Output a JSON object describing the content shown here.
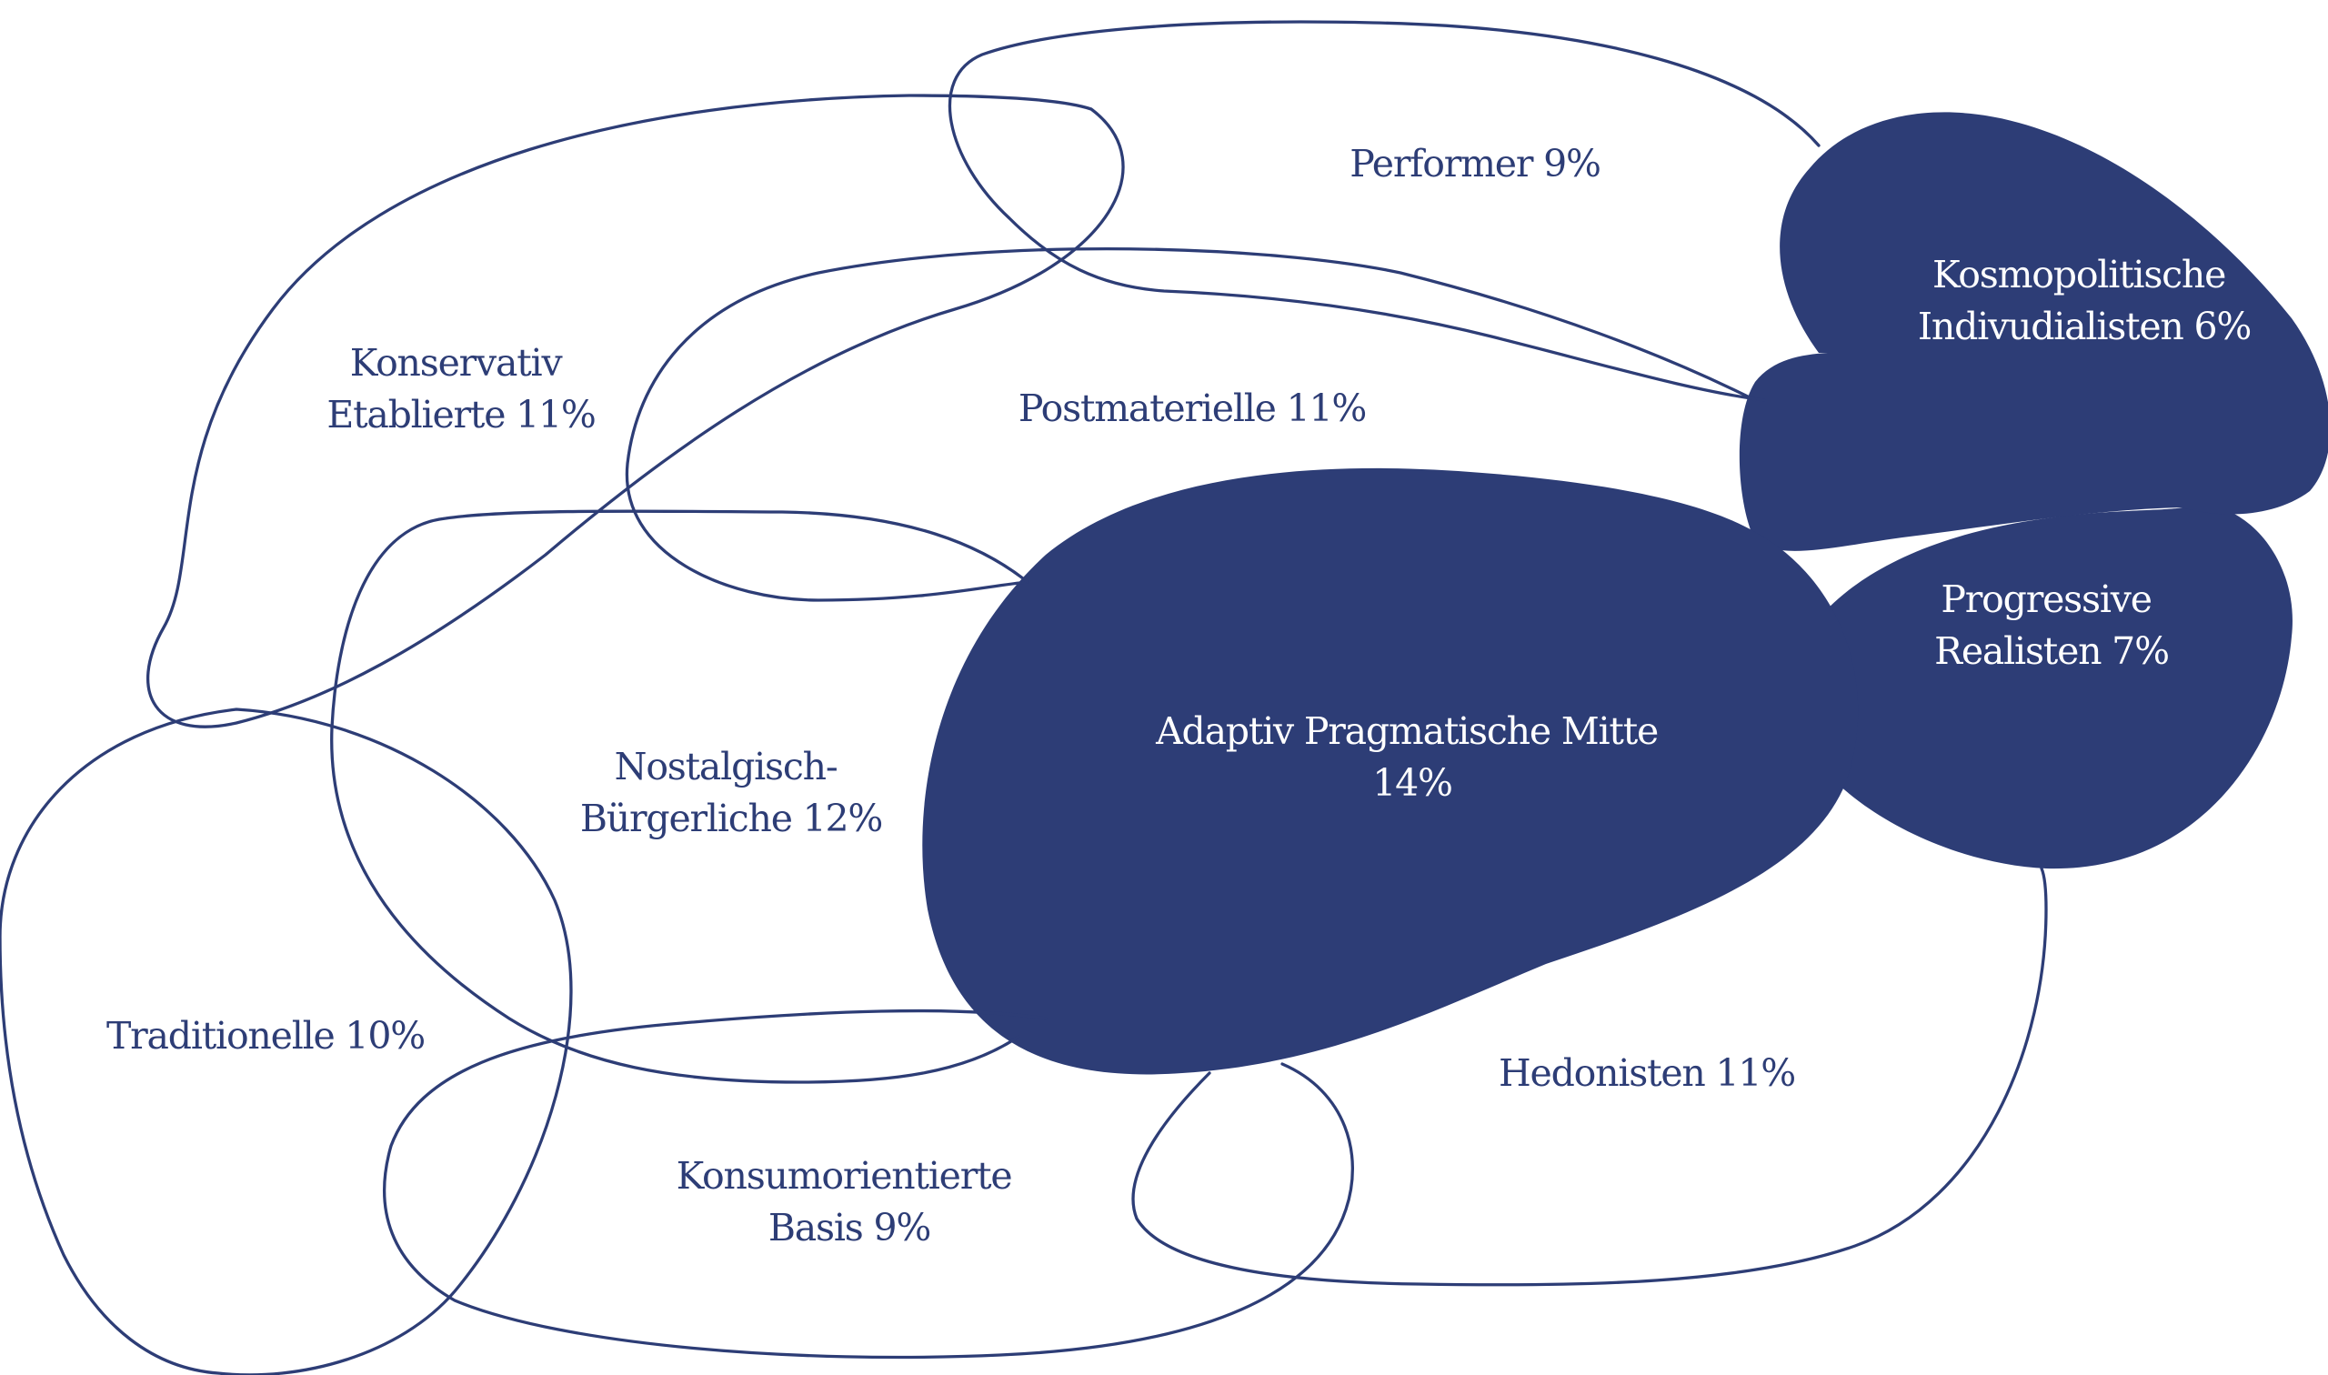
{
  "colors": {
    "navy": "#2d3d76",
    "white": "#ffffff"
  },
  "segments": {
    "performer": {
      "line1": "Performer 9%"
    },
    "kosmopolitische": {
      "line1": "Kosmopolitische",
      "line2": "Indivudialisten 6%"
    },
    "konservativ": {
      "line1": "Konservativ",
      "line2": "Etablierte 11%"
    },
    "postmaterielle": {
      "line1": "Postmaterielle 11%"
    },
    "progressive": {
      "line1": "Progressive",
      "line2": "Realisten 7%"
    },
    "adaptiv": {
      "line1": "Adaptiv Pragmatische Mitte",
      "line2": "14%"
    },
    "nostalgisch": {
      "line1": "Nostalgisch-",
      "line2": "Bürgerliche 12%"
    },
    "traditionelle": {
      "line1": "Traditionelle 10%"
    },
    "hedonisten": {
      "line1": "Hedonisten 11%"
    },
    "konsumorientierte": {
      "line1": "Konsumorientierte",
      "line2": "Basis 9%"
    }
  }
}
